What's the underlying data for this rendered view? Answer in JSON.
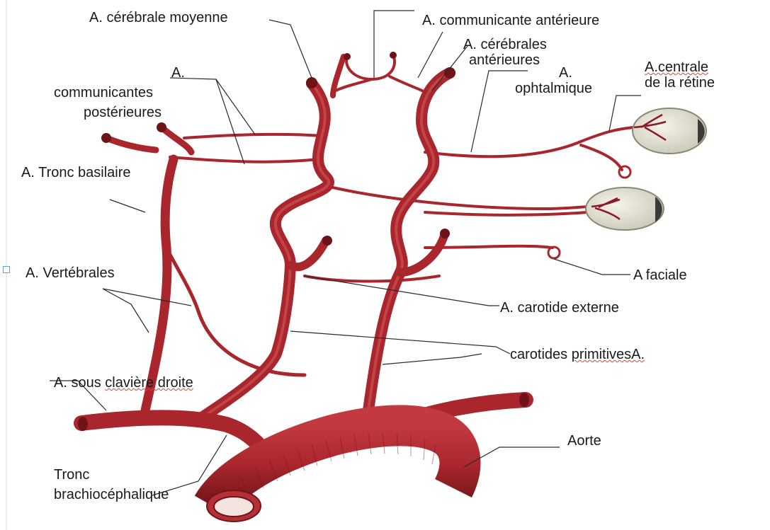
{
  "labels": {
    "cerebrale_moyenne": "A. cérébrale moyenne",
    "communicante_anterieure": "A. communicante antérieure",
    "cerebrales_anterieures_1": "A. cérébrales",
    "cerebrales_anterieures_2": "antérieures",
    "ophtalmique_1": "A.",
    "ophtalmique_2": "ophtalmique",
    "centrale_retine_1": "A.centrale",
    "centrale_retine_2": "de la rétine",
    "communicantes_posterieures_1": "A.",
    "communicantes_posterieures_2": "communicantes",
    "communicantes_posterieures_3": "postérieures",
    "tronc_basilaire": "A.  Tronc basilaire",
    "vertebrales": "A.  Vertébrales",
    "faciale": "A faciale",
    "carotide_externe": "A. carotide externe",
    "carotides_primitives_1": "carotides ",
    "carotides_primitives_2": "primitivesA.",
    "sous_claviere_1": "A. sous ",
    "sous_claviere_2": "clavière droite",
    "aorte": "Aorte",
    "tronc_brachio_1": "Tronc",
    "tronc_brachio_2": "brachiocéphalique"
  },
  "colors": {
    "artery": "#a8262c",
    "artery_dark": "#6e1418",
    "artery_light": "#d4585c",
    "leader": "#2a2a2a",
    "eye": "#e8e6d8"
  }
}
